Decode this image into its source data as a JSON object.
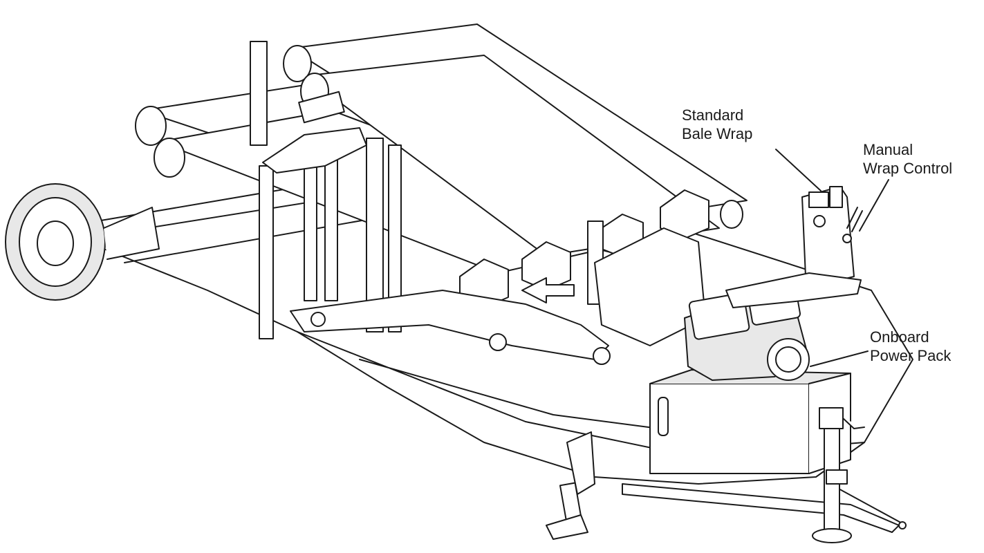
{
  "labels": {
    "standard_bale_wrap": [
      "Standard",
      "Bale Wrap"
    ],
    "manual_wrap_control": [
      "Manual",
      "Wrap Control"
    ],
    "onboard_power_pack": [
      "Onboard",
      "Power Pack"
    ]
  },
  "colors": {
    "ink": "#1a1a1a",
    "fill": "#ffffff",
    "shade": "#e8e8e8"
  }
}
